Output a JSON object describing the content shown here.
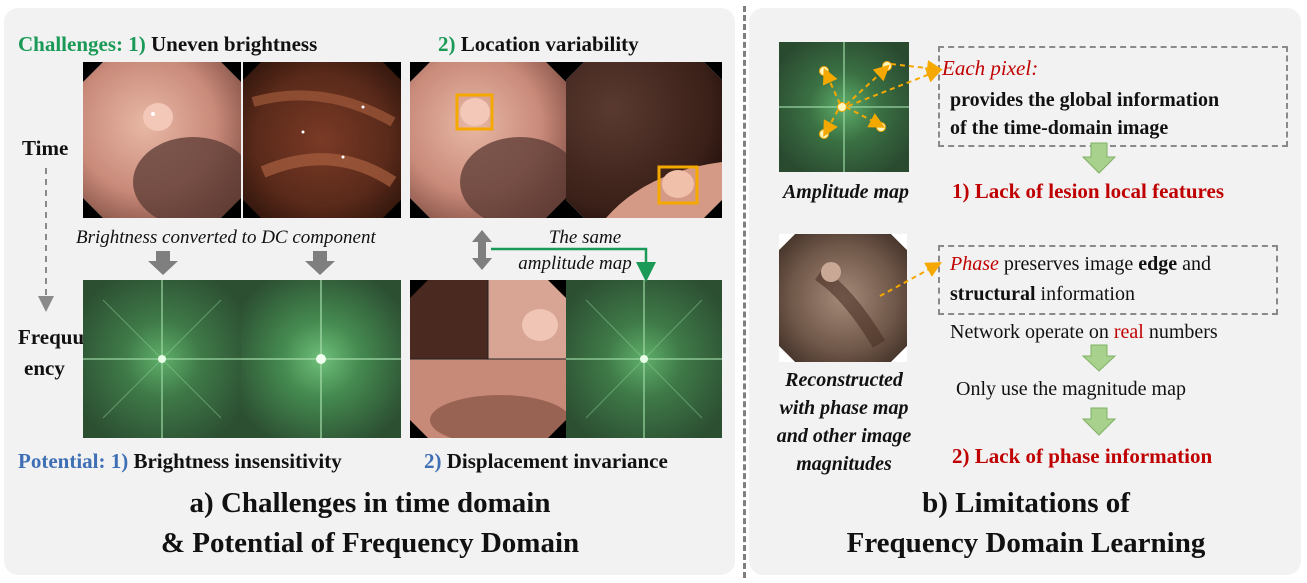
{
  "panel_a": {
    "challenges_label": "Challenges:",
    "challenge_1_num": "1)",
    "challenge_1_text": "Uneven brightness",
    "challenge_2_num": "2)",
    "challenge_2_text": "Location variability",
    "time_label": "Time",
    "frequency_label_1": "Frequu",
    "frequency_label_2": "ency",
    "brightness_note": "Brightness converted to DC component",
    "same_amp_1": "The same",
    "same_amp_2": "amplitude map",
    "potential_label": "Potential:",
    "potential_1_num": "1)",
    "potential_1_text": "Brightness insensitivity",
    "potential_2_num": "2)",
    "potential_2_text": "Displacement invariance",
    "caption_line1": "a)   Challenges in time domain",
    "caption_line2": "& Potential of Frequency Domain"
  },
  "panel_b": {
    "each_pixel": "Each pixel:",
    "global_info_1": "provides the global information",
    "global_info_2": "of the time-domain image",
    "amplitude_map_label": "Amplitude map",
    "lack_local": "1) Lack of lesion local features",
    "phase_word": "Phase",
    "phase_mid": " preserves image ",
    "edge_word": "edge",
    "phase_and": " and",
    "structural_word": "structural",
    "information_word": " information",
    "network_pre": "Network operate on ",
    "real_word": "real",
    "network_post": " numbers",
    "only_magnitude": "Only use the magnitude map",
    "lack_phase": "2) Lack of phase information",
    "recon_1": "Reconstructed",
    "recon_2": "with phase map",
    "recon_3": "and other image",
    "recon_4": "magnitudes",
    "caption_line1": "b) Limitations of",
    "caption_line2": "Frequency Domain Learning"
  },
  "colors": {
    "green": "#1a9a56",
    "blue": "#3f6fb5",
    "red": "#c00000",
    "highlight_box": "#f5a800",
    "arrow_green": "#8dc26f",
    "dash_gray": "#8a8a8a"
  }
}
